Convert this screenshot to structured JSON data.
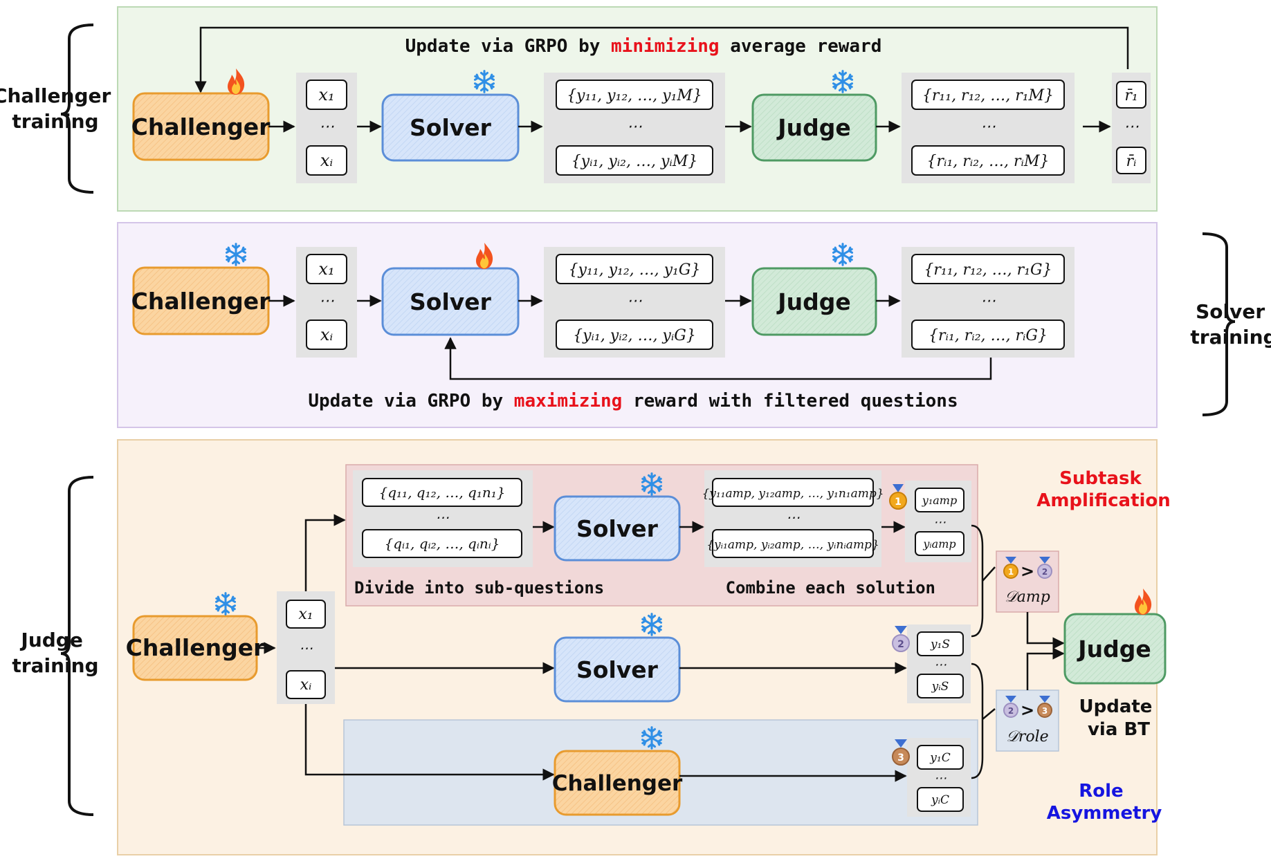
{
  "colors": {
    "challenger": "#fbd5a1",
    "solver": "#d7e5fa",
    "judge": "#d2ead8",
    "panel1": "#eef6ea",
    "panel2": "#f6f1fb",
    "panel3": "#fcf1e3",
    "amp_band": "#f1d8d8",
    "role_band": "#dde5ef",
    "red": "#e8121b",
    "blue": "#1515e0"
  },
  "side_labels": {
    "challenger_training": [
      "Challenger",
      "training"
    ],
    "solver_training": [
      "Solver",
      "training"
    ],
    "judge_training": [
      "Judge",
      "training"
    ]
  },
  "nodes": {
    "challenger": "Challenger",
    "solver": "Solver",
    "judge": "Judge"
  },
  "icons": {
    "trainable": "fire-icon",
    "frozen": "snowflake-icon",
    "gold": "gold-medal-icon",
    "silver": "silver-medal-icon",
    "bronze": "bronze-medal-icon"
  },
  "captions": {
    "row1": {
      "pre": "Update via GRPO by ",
      "hl": "minimizing",
      "post": " average reward"
    },
    "row2": {
      "pre": "Update via GRPO by ",
      "hl": "maximizing",
      "post": " reward with filtered questions"
    },
    "divide": "Divide into sub-questions",
    "combine": "Combine each solution",
    "subtask": [
      "Subtask",
      "Amplification"
    ],
    "role": [
      "Role",
      "Asymmetry"
    ],
    "update_bt": [
      "Update",
      "via BT"
    ]
  },
  "ellipsis": "…",
  "vdots": "⋯",
  "math": {
    "x1": "x₁",
    "xi": "xᵢ",
    "r1bar": "r̄₁",
    "ribar": "r̄ᵢ",
    "y1M": "{y₁₁, y₁₂, …, y₁M}",
    "yiM": "{yᵢ₁, yᵢ₂, …, yᵢM}",
    "r1M": "{r₁₁, r₁₂, …, r₁M}",
    "riM": "{rᵢ₁, rᵢ₂, …, rᵢM}",
    "y1G": "{y₁₁, y₁₂, …, y₁G}",
    "yiG": "{yᵢ₁, yᵢ₂, …, yᵢG}",
    "r1G": "{r₁₁, r₁₂, …, r₁G}",
    "riG": "{rᵢ₁, rᵢ₂, …, rᵢG}",
    "q1": "{q₁₁, q₁₂, …, q₁n₁}",
    "qi": "{qᵢ₁, qᵢ₂, …, qᵢnᵢ}",
    "yamp1": "{y₁₁amp, y₁₂amp, …, y₁n₁amp}",
    "yampi": "{yᵢ₁amp, yᵢ₂amp, …, yᵢnᵢamp}",
    "y1amp": "y₁amp",
    "yiamp": "yᵢamp",
    "y1S": "y₁S",
    "yiS": "yᵢS",
    "y1C": "y₁C",
    "yiC": "yᵢC",
    "Damp": "𝒟amp",
    "Drole": "𝒟role"
  }
}
